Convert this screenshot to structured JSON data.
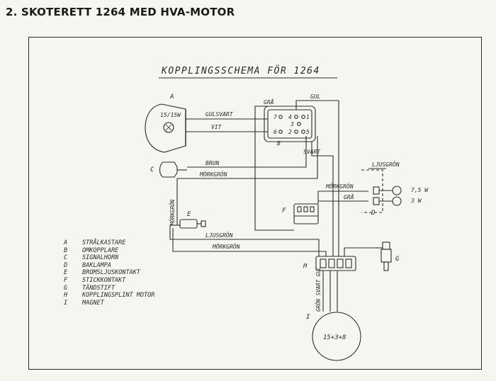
{
  "heading": "2.  SKOTERETT 1264 MED HVA-MOTOR",
  "diagram": {
    "title": "KOPPLINGSSCHEMA  FÖR  1264",
    "components": [
      {
        "key": "A",
        "name": "STRÅLKASTARE"
      },
      {
        "key": "B",
        "name": "OMKOPPLARE"
      },
      {
        "key": "C",
        "name": "SIGNALHORN"
      },
      {
        "key": "D",
        "name": "BAKLAMPA"
      },
      {
        "key": "E",
        "name": "BROMSLJUSKONTAKT"
      },
      {
        "key": "F",
        "name": "STICKKONTAKT"
      },
      {
        "key": "G",
        "name": "TÄNDSTIFT"
      },
      {
        "key": "H",
        "name": "KOPPLINGSPLINT  MOTOR"
      },
      {
        "key": "I",
        "name": "MAGNET"
      }
    ],
    "wire_labels": {
      "gul": "GUL",
      "gra": "GRÅ",
      "gulsvart": "GULSVART",
      "vit": "VIT",
      "svart": "SVART",
      "brun": "BRUN",
      "morkgron": "MÖRKGRÖN",
      "ljusgron": "LJUSGRÖN",
      "gra_tail": "GRÅ",
      "morkgron_tail": "MÖRKGRÖN",
      "morkgron_vertical": "MÖRKGRÖN",
      "ljusgron_low": "LJUSGRÖN",
      "morkgron_low": "MÖRKGRÖN",
      "magnet_wires": "GRÖN SVART GUL"
    },
    "ratings": {
      "headlamp": "15/15W",
      "tail_top": "7,5 W",
      "tail_bottom": "3 W",
      "magnet": "15+3+8"
    },
    "switch_terminals": [
      "7",
      "4",
      "1",
      "3",
      "6",
      "2",
      "5"
    ]
  }
}
